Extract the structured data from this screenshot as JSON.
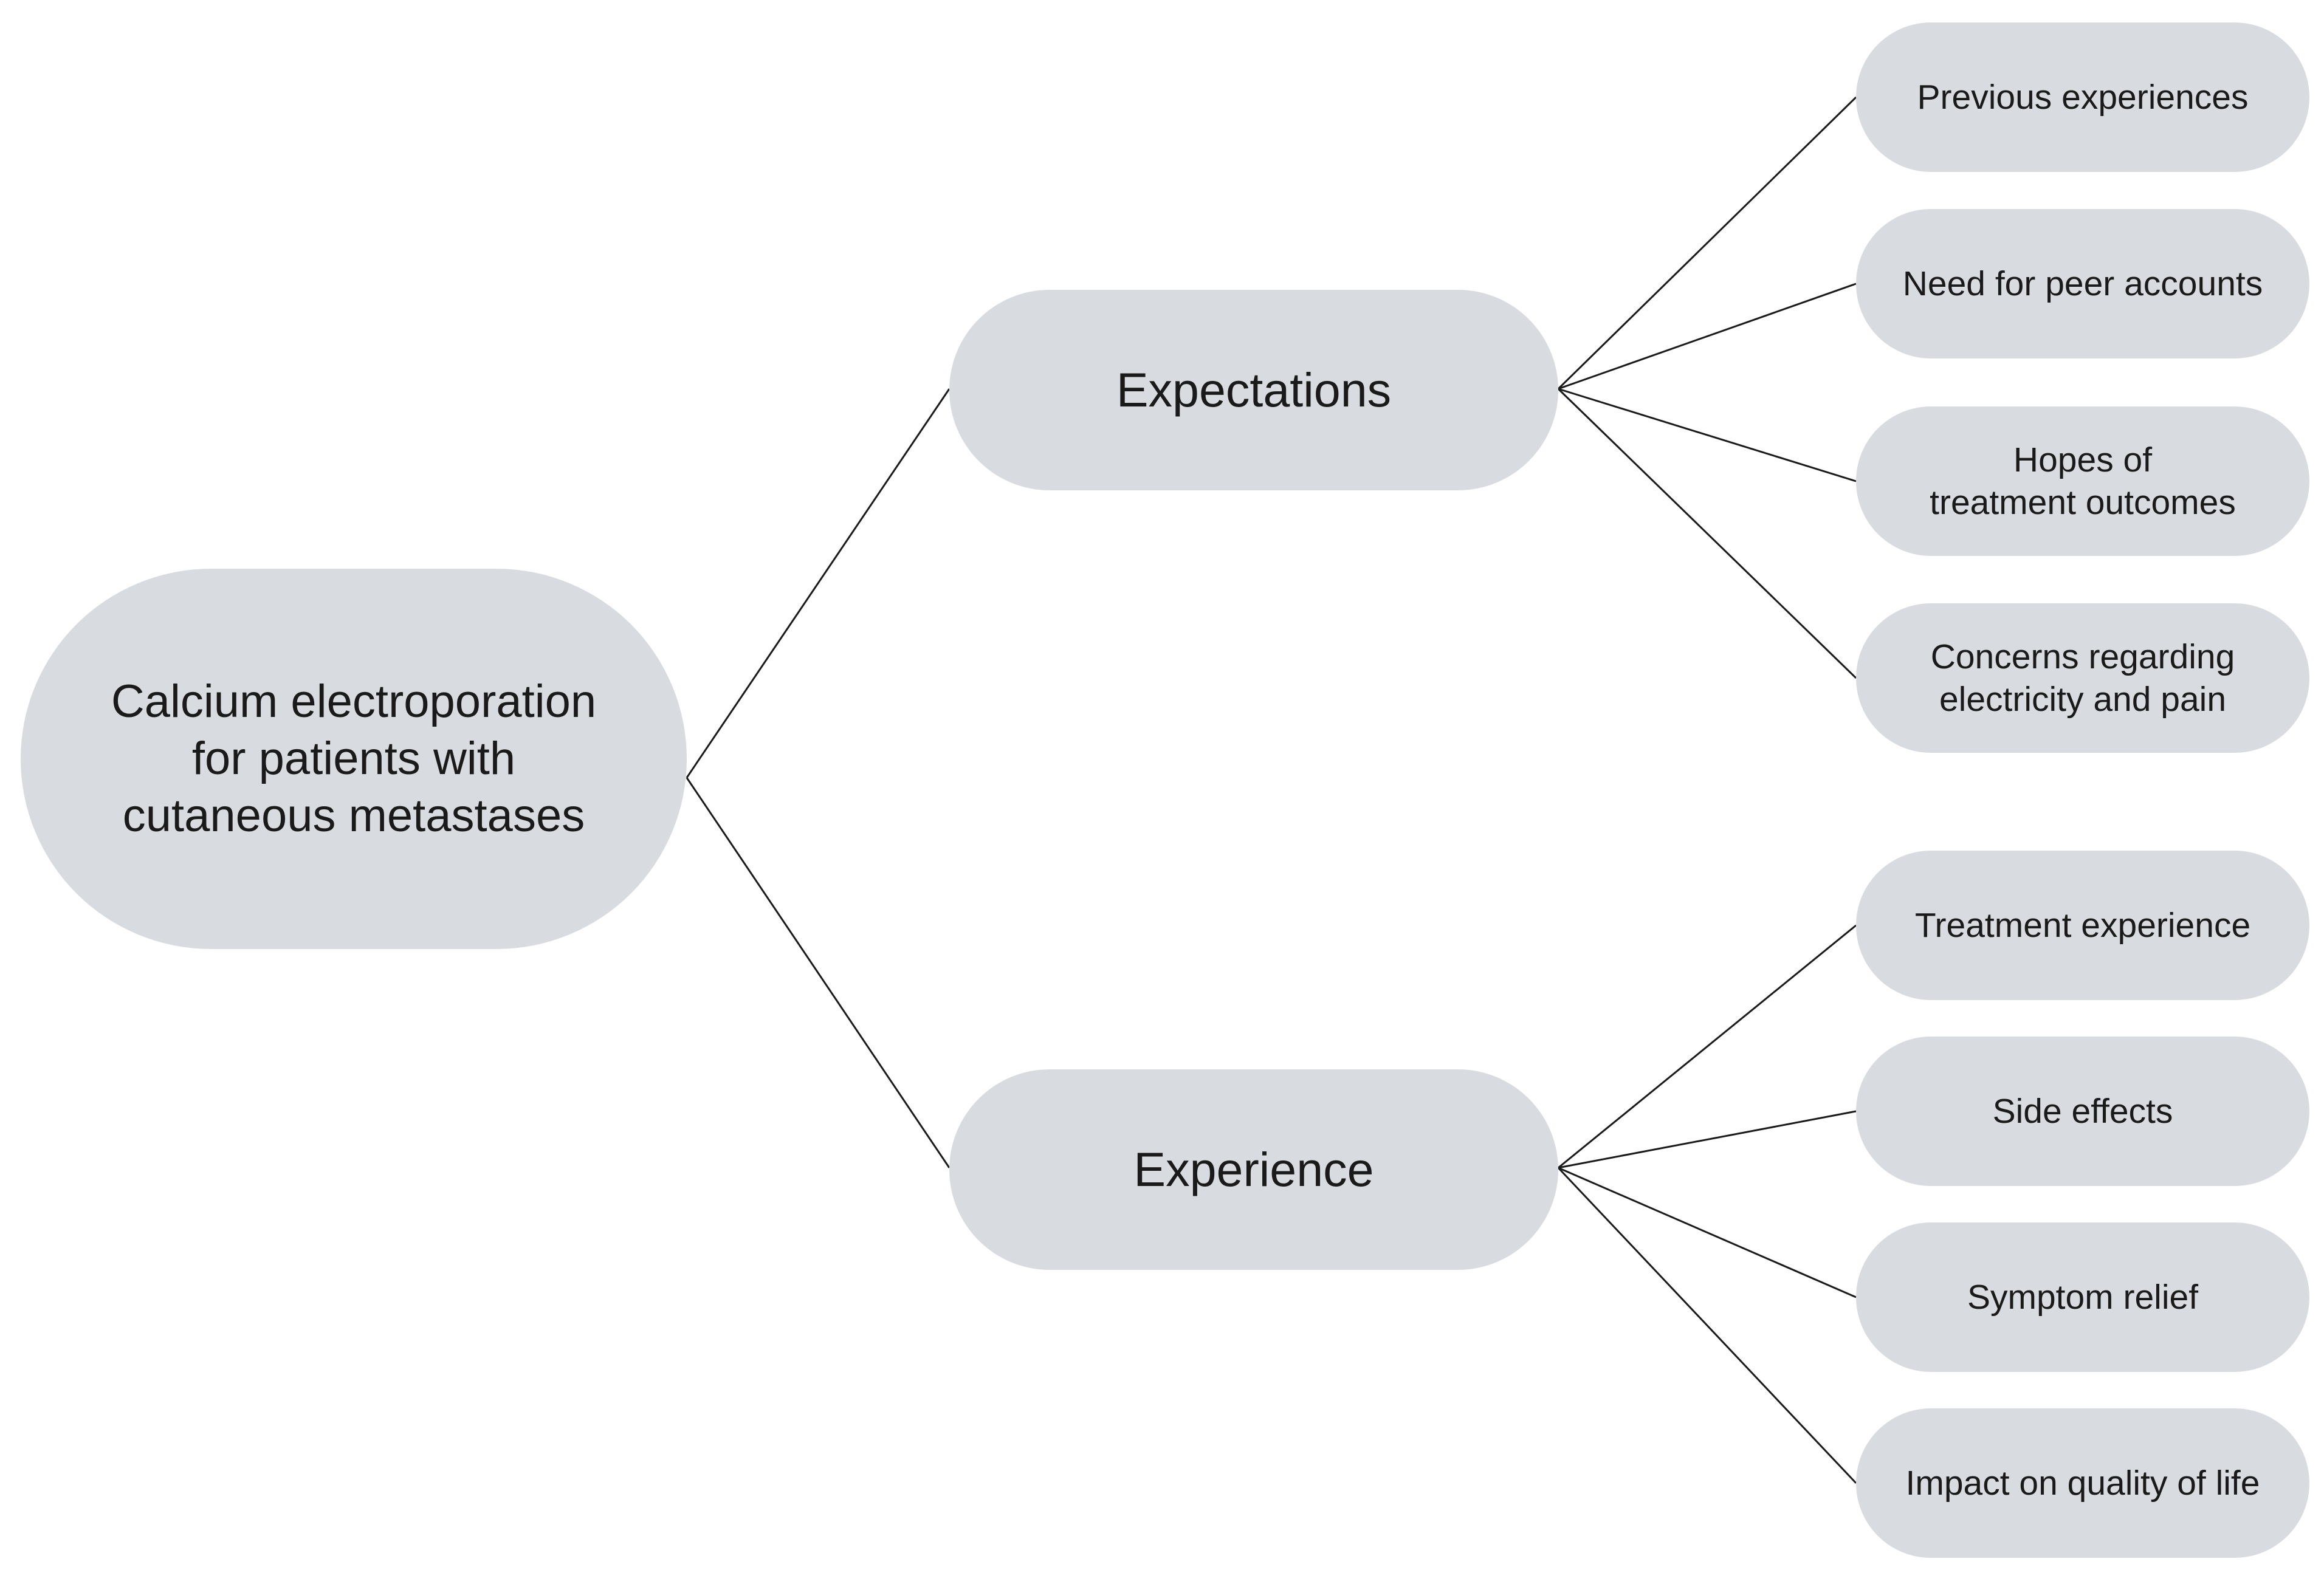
{
  "diagram": {
    "root": {
      "label": "Calcium electroporation\nfor patients with\ncutaneous metastases"
    },
    "themes": [
      {
        "label": "Expectations",
        "subthemes": [
          "Previous experiences",
          "Need for peer accounts",
          "Hopes of\ntreatment outcomes",
          "Concerns regarding\nelectricity and pain"
        ]
      },
      {
        "label": "Experience",
        "subthemes": [
          "Treatment experience",
          "Side effects",
          "Symptom relief",
          "Impact on quality of life"
        ]
      }
    ],
    "colors": {
      "node_fill": "#d8dce0",
      "connector": "#1a1a1a",
      "text": "#1a1a1a"
    }
  }
}
